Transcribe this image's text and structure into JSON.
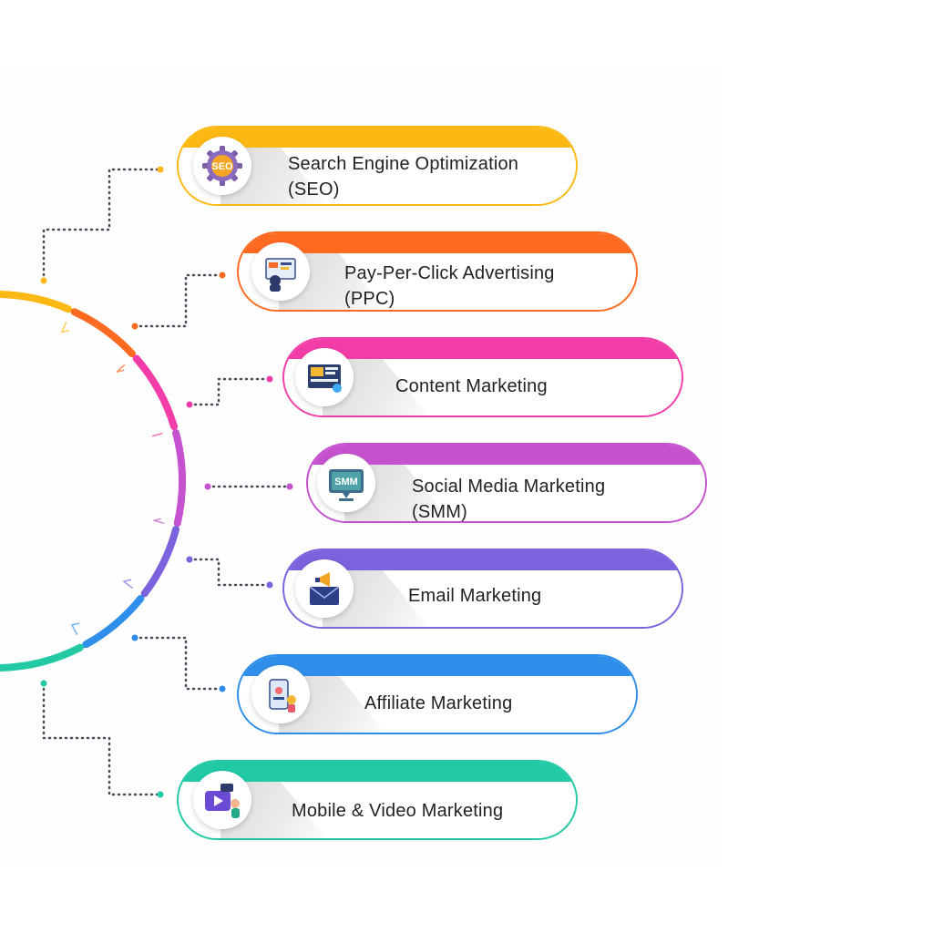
{
  "items": [
    {
      "title": "Search Engine Optimization",
      "subtitle": "(SEO)",
      "icon": "seo-gear-icon",
      "color": "#FDB913",
      "icon_text": "SEO"
    },
    {
      "title": "Pay-Per-Click Advertising",
      "subtitle": "(PPC)",
      "icon": "ppc-advertising-icon",
      "color": "#FF6A21",
      "icon_text": ""
    },
    {
      "title": "Content Marketing",
      "subtitle": "",
      "icon": "content-marketing-icon",
      "color": "#F23DA8",
      "icon_text": ""
    },
    {
      "title": "Social Media Marketing",
      "subtitle": "(SMM)",
      "icon": "smm-monitor-icon",
      "color": "#C552CF",
      "icon_text": "SMM"
    },
    {
      "title": "Email Marketing",
      "subtitle": "",
      "icon": "email-megaphone-icon",
      "color": "#7C62DD",
      "icon_text": ""
    },
    {
      "title": "Affiliate Marketing",
      "subtitle": "",
      "icon": "affiliate-icon",
      "color": "#2F8EEA",
      "icon_text": ""
    },
    {
      "title": "Mobile & Video Marketing",
      "subtitle": "",
      "icon": "video-marketing-icon",
      "color": "#21C9A5",
      "icon_text": ""
    }
  ]
}
